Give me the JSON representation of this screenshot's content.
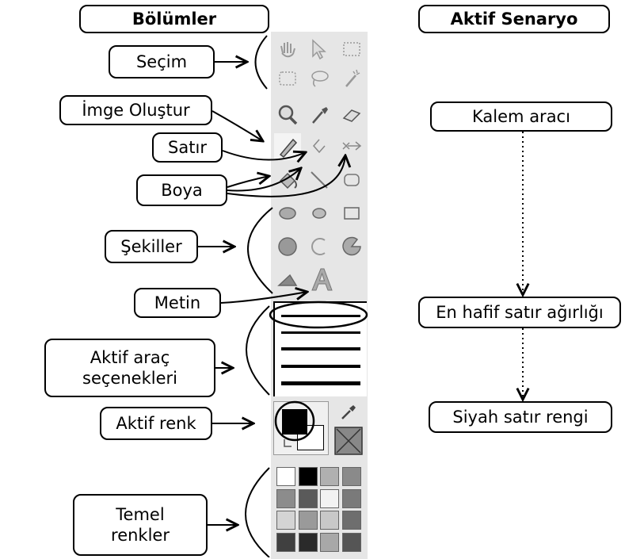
{
  "headers": {
    "sections": "Bölümler",
    "scenario": "Aktif Senaryo"
  },
  "labels": {
    "selection": "Seçim",
    "create_image": "İmge Oluştur",
    "line": "Satır",
    "paint": "Boya",
    "shapes": "Şekiller",
    "text": "Metin",
    "tool_options": "Aktif araç seçenekleri",
    "active_color": "Aktif renk",
    "basic_colors": "Temel renkler"
  },
  "scenario_steps": [
    "Kalem aracı",
    "En hafif satır ağırlığı",
    "Siyah satır rengi"
  ],
  "tools": [
    "hand-icon",
    "pointer-icon",
    "rect-select-icon",
    "free-select-icon",
    "lasso-icon",
    "magic-wand-icon",
    "magnifier-icon",
    "eyedropper-icon",
    "eraser-icon",
    "pencil-icon",
    "polyline-icon",
    "arrow-tool-icon",
    "paint-bucket-icon",
    "line-icon",
    "rounded-rect-icon",
    "ellipse-icon",
    "small-ellipse-icon",
    "rectangle-icon",
    "circle-icon",
    "arc-icon",
    "pie-icon",
    "polygon-icon",
    "text-icon"
  ],
  "colors": {
    "accent_gray": "#e6e6e6",
    "foreground": "#000000",
    "background": "#ffffff",
    "palette": [
      "#ffffff",
      "#000000",
      "#b0b0b0",
      "#8a8a8a",
      "#8c8c8c",
      "#5a5a5a",
      "#f2f2f2",
      "#7a7a7a",
      "#d4d4d4",
      "#9a9a9a",
      "#c8c8c8",
      "#6e6e6e",
      "#404040",
      "#2a2a2a",
      "#a8a8a8",
      "#555555"
    ]
  }
}
